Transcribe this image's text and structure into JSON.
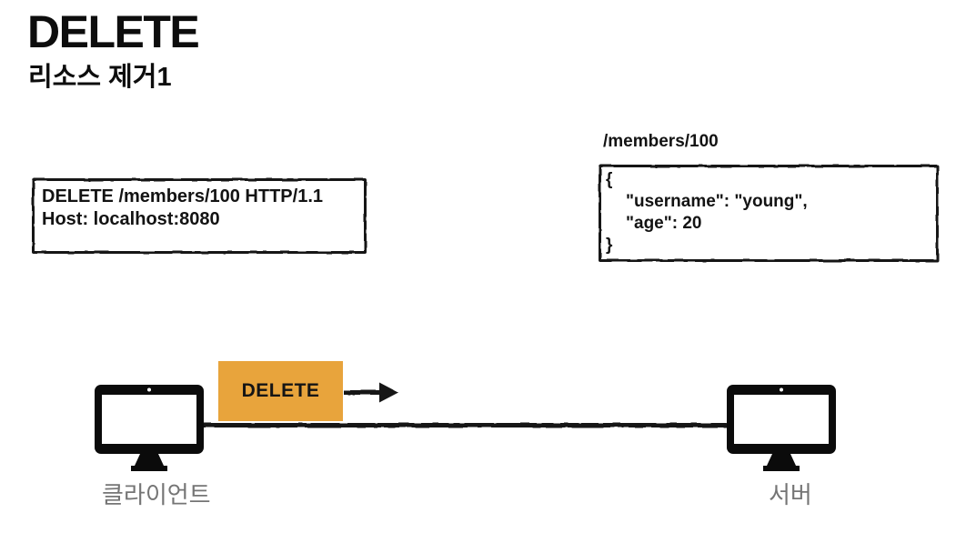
{
  "header": {
    "title": "DELETE",
    "subtitle": "리소스 제거1"
  },
  "request_box": {
    "lines": [
      "DELETE /members/100 HTTP/1.1",
      "Host: localhost:8080"
    ]
  },
  "resource": {
    "path": "/members/100",
    "body_lines": [
      "{",
      "\"username\": \"young\",",
      "\"age\": 20",
      "}"
    ]
  },
  "diagram": {
    "message_label": "DELETE",
    "message_color": "#E8A43C",
    "client_label": "클라이언트",
    "server_label": "서버",
    "label_color": "#757575",
    "line_color": "#151515"
  }
}
